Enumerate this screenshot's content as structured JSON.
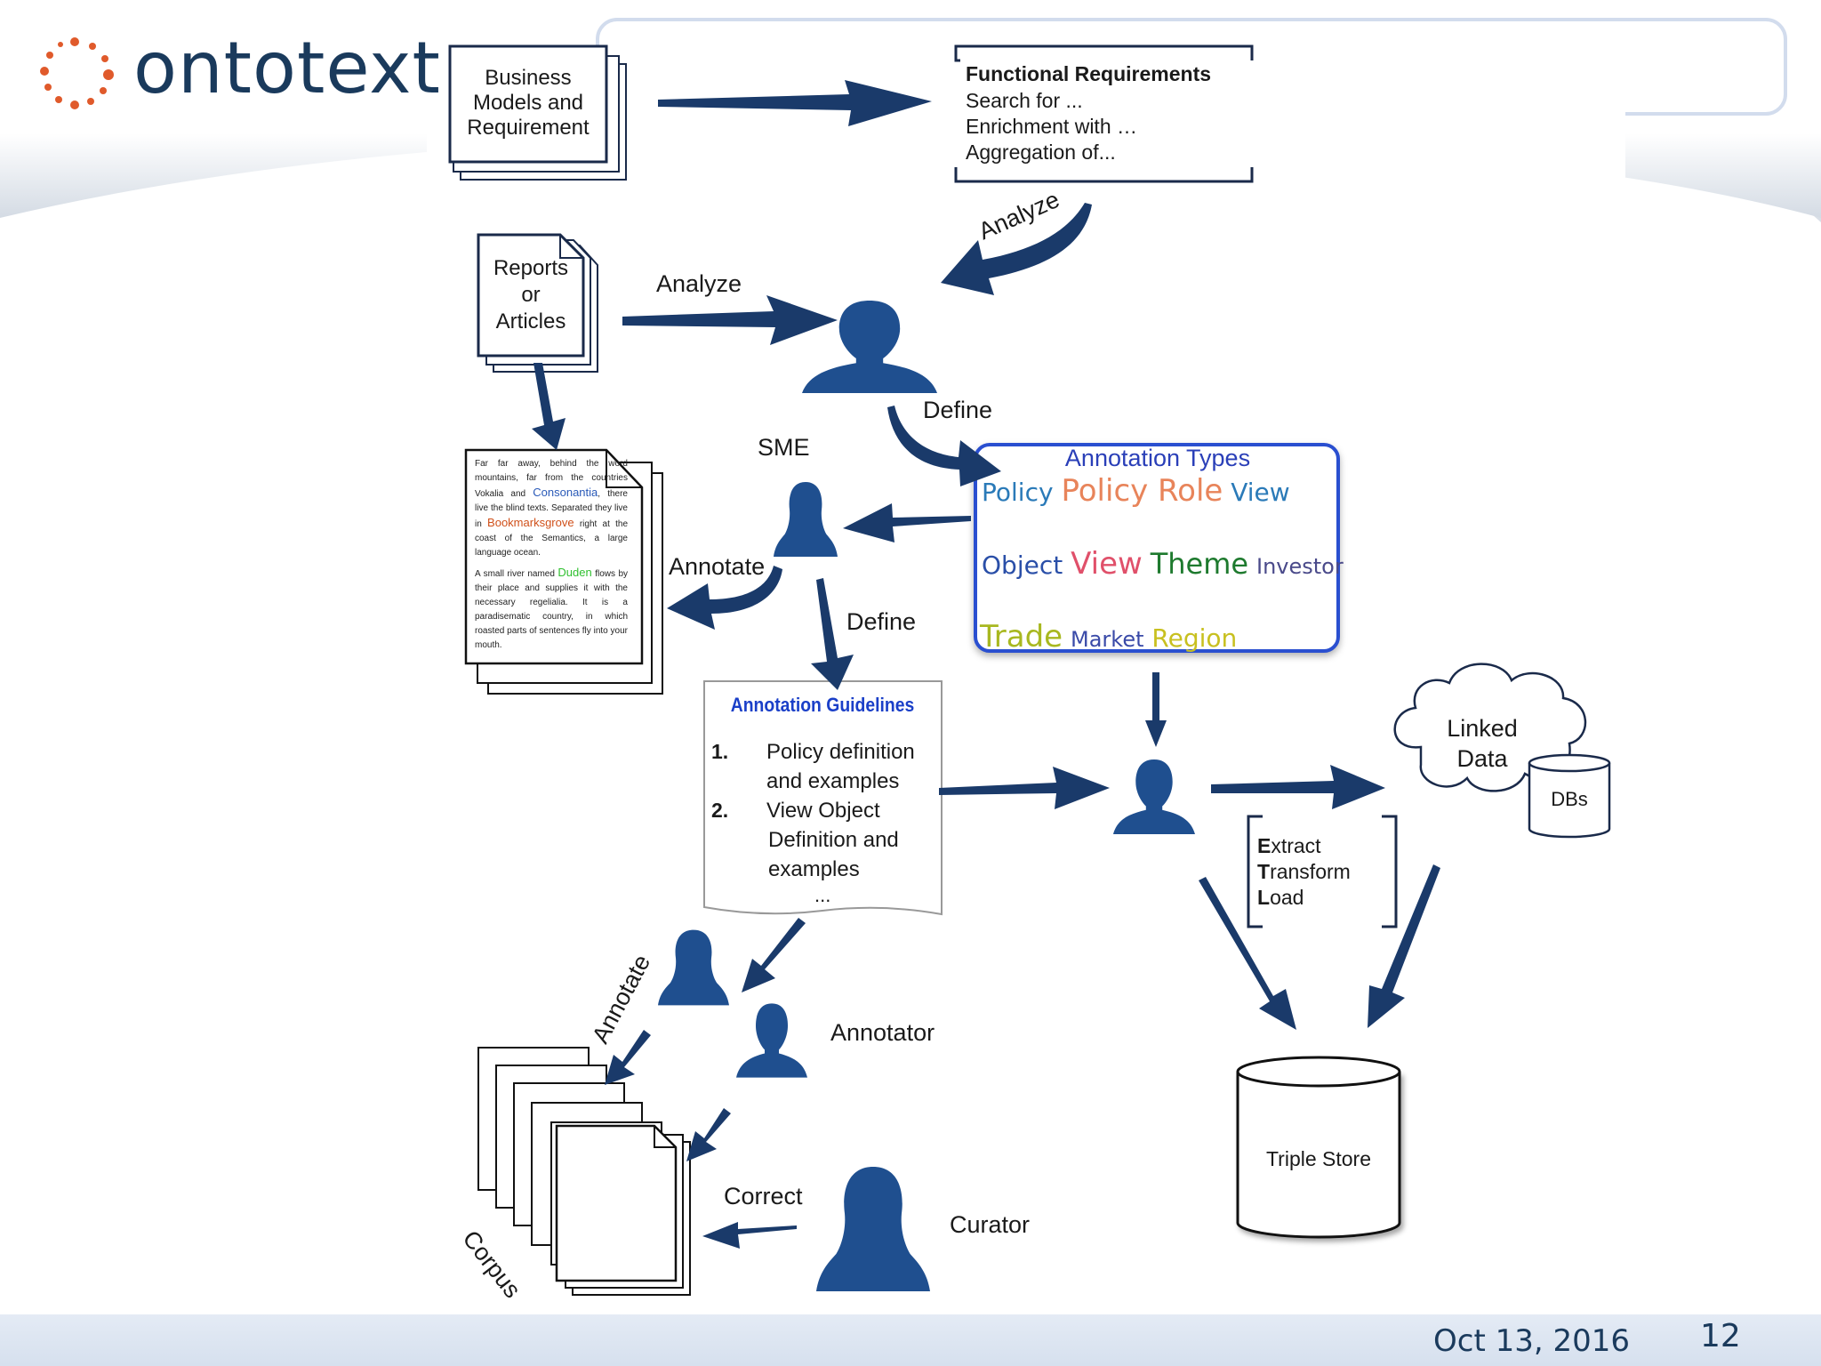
{
  "brand": {
    "name": "ontotext",
    "color": "#1a3a5c",
    "dot_color": "#e05a2b"
  },
  "footer": {
    "date": "Oct 13, 2016",
    "page": "12"
  },
  "nodes": {
    "business": [
      "Business",
      "Models and",
      "Requirement"
    ],
    "functional": {
      "title": "Functional Requirements",
      "lines": [
        "Search for ...",
        "Enrichment with …",
        "Aggregation of..."
      ]
    },
    "reports": [
      "Reports",
      "or",
      "Articles"
    ],
    "annotation_types": {
      "title": "Annotation Types",
      "rows": [
        [
          {
            "text": "Policy",
            "color": "#2a7ab8"
          },
          {
            "text": "Policy Role",
            "color": "#e8845a"
          },
          {
            "text": "View",
            "color": "#2a7ab8"
          }
        ],
        [
          {
            "text": "Object",
            "color": "#2a4fa8"
          },
          {
            "text": "View",
            "color": "#e0506a"
          },
          {
            "text": "Theme",
            "color": "#1e7a2e"
          },
          {
            "text": "Investor",
            "color": "#4a4a8a"
          }
        ],
        [
          {
            "text": "Trade",
            "color": "#a8b820"
          },
          {
            "text": "Market",
            "color": "#3a4aa8"
          },
          {
            "text": "Region",
            "color": "#c8c020"
          }
        ]
      ]
    },
    "guidelines": {
      "title": "Annotation Guidelines",
      "items": [
        {
          "num": "1.",
          "lines": [
            "Policy definition",
            "and examples"
          ]
        },
        {
          "num": "2.",
          "lines": [
            "View Object",
            "Definition and",
            "examples"
          ]
        }
      ],
      "more": "..."
    },
    "linked_data": [
      "Linked",
      "Data"
    ],
    "dbs": "DBs",
    "etl": [
      {
        "first": "E",
        "rest": "xtract"
      },
      {
        "first": "T",
        "rest": "ransform"
      },
      {
        "first": "L",
        "rest": "oad"
      }
    ],
    "triple_store": "Triple Store"
  },
  "labels": {
    "analyze_1": "Analyze",
    "analyze_2": "Analyze",
    "define_1": "Define",
    "define_2": "Define",
    "sme": "SME",
    "annotate_1": "Annotate",
    "annotate_2": "Annotate",
    "annotator": "Annotator",
    "correct": "Correct",
    "curator": "Curator",
    "corpus": "Corpus"
  },
  "sample_doc": {
    "p1_a": "Far far away, behind the word mountains, far from the countries Vokalia and",
    "e1": "Consonantia",
    "p1_b": ", there live the blind texts. Separated they live in",
    "e2": "Bookmarksgrove",
    "p1_c": "right at the coast of the Semantics, a large language ocean.",
    "p2_a": "A small river named",
    "e3": "Duden",
    "p2_b": "flows by their place and supplies it with the necessary regelialia. It is a paradisematic country, in which roasted parts of sentences fly into your mouth.",
    "e1_color": "#2a5ab8",
    "e2_color": "#d0501a",
    "e3_color": "#30c030"
  },
  "colors": {
    "arrow": "#1a3a6a",
    "person": "#1f4f8f",
    "box_border": "#1a2a4a",
    "types_border": "#2a4fd0",
    "footer_bg": "#dde6f2"
  }
}
